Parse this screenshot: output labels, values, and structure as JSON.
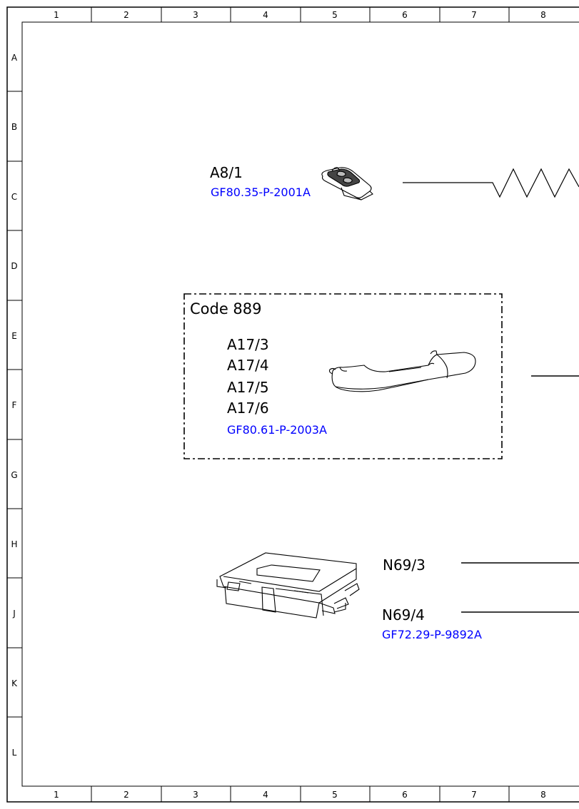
{
  "frame": {
    "columns": [
      "1",
      "2",
      "3",
      "4",
      "5",
      "6",
      "7",
      "8"
    ],
    "rows": [
      "A",
      "B",
      "C",
      "D",
      "E",
      "F",
      "G",
      "H",
      "J",
      "K",
      "L"
    ]
  },
  "components": {
    "key": {
      "label": "A8/1",
      "reference": "GF80.35-P-2001A",
      "icon": "key-icon"
    },
    "door_handles": {
      "code_label": "Code 889",
      "labels": [
        "A17/3",
        "A17/4",
        "A17/5",
        "A17/6"
      ],
      "reference": "GF80.61-P-2003A",
      "icon": "door-handle-icon"
    },
    "control_units": {
      "labels": [
        "N69/3",
        "N69/4"
      ],
      "reference": "GF72.29-P-9892A",
      "icon": "control-unit-icon"
    }
  },
  "colors": {
    "reference_link": "#0000ff",
    "line": "#000000"
  }
}
